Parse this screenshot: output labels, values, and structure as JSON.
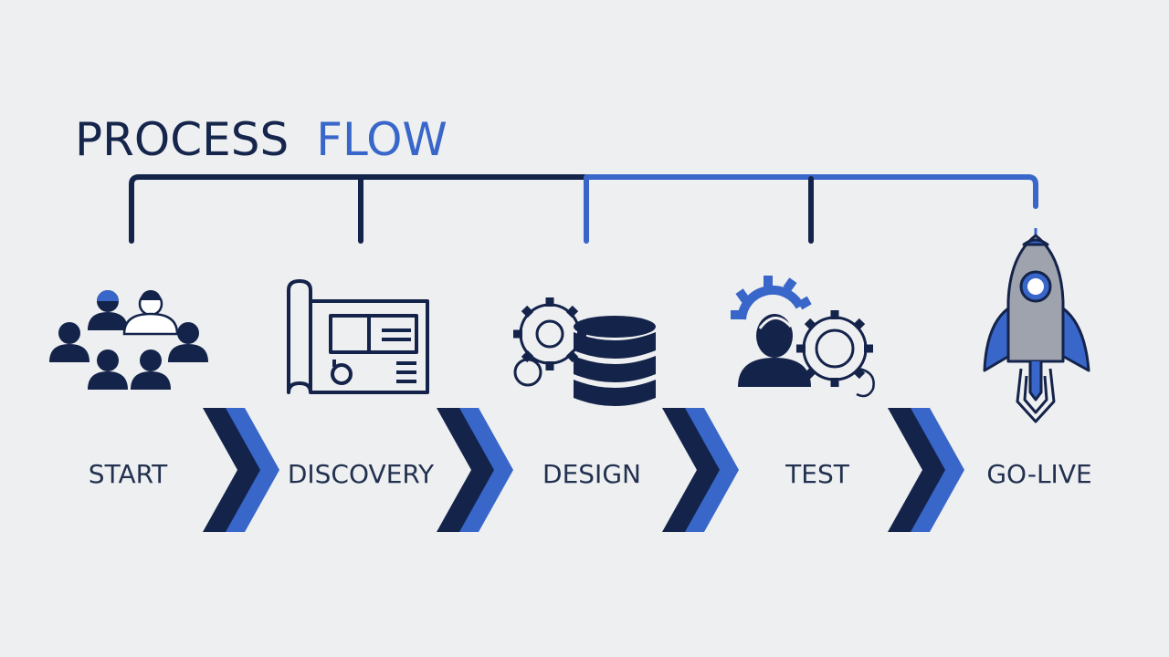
{
  "title": {
    "word1": "PROCESS",
    "word2": "FLOW"
  },
  "stages": [
    {
      "label": "START",
      "icon": "team-people-icon"
    },
    {
      "label": "DISCOVERY",
      "icon": "blueprint-icon"
    },
    {
      "label": "DESIGN",
      "icon": "gears-database-icon"
    },
    {
      "label": "TEST",
      "icon": "engineer-gears-icon"
    },
    {
      "label": "GO-LIVE",
      "icon": "rocket-icon"
    }
  ],
  "colors": {
    "navy": "#14234a",
    "blue": "#3866c9",
    "background": "#eeeff1",
    "rocket_body": "#9ea3ad"
  }
}
